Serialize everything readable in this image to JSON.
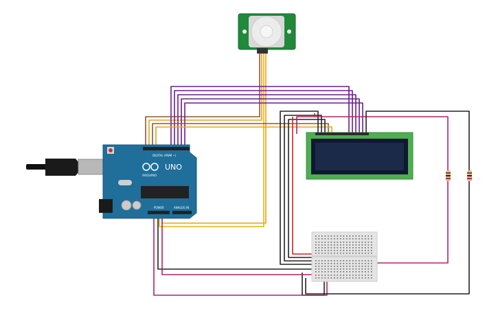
{
  "arduino": {
    "board_name": "UNO",
    "brand": "ARDUINO",
    "header_digital": "DIGITAL (PWM ~)",
    "header_power": "POWER",
    "header_analog": "ANALOG IN",
    "colors": {
      "board": "#1f6f9a",
      "board_edge": "#155a80",
      "chip": "#222222",
      "usb": "#b8b8b8"
    }
  },
  "pir_sensor": {
    "colors": {
      "pcb": "#1f8a3a",
      "dome": "#e6e6e6"
    }
  },
  "lcd": {
    "colors": {
      "frame": "#4caf50",
      "screen": "#1c2a4a",
      "screen_edge": "#0f1830"
    }
  },
  "breadboard": {
    "colors": {
      "body": "#e4e4e4",
      "hole": "#555555"
    }
  },
  "resistors": {
    "count": 2,
    "colors": {
      "body": "#d8c49a"
    }
  },
  "wires": {
    "colors": {
      "purple": "#6a1b8a",
      "brown": "#8b5a2b",
      "orange": "#e8a020",
      "yellow": "#e0b800",
      "black": "#222222",
      "magenta": "#b0206a",
      "red": "#cc2222"
    }
  }
}
